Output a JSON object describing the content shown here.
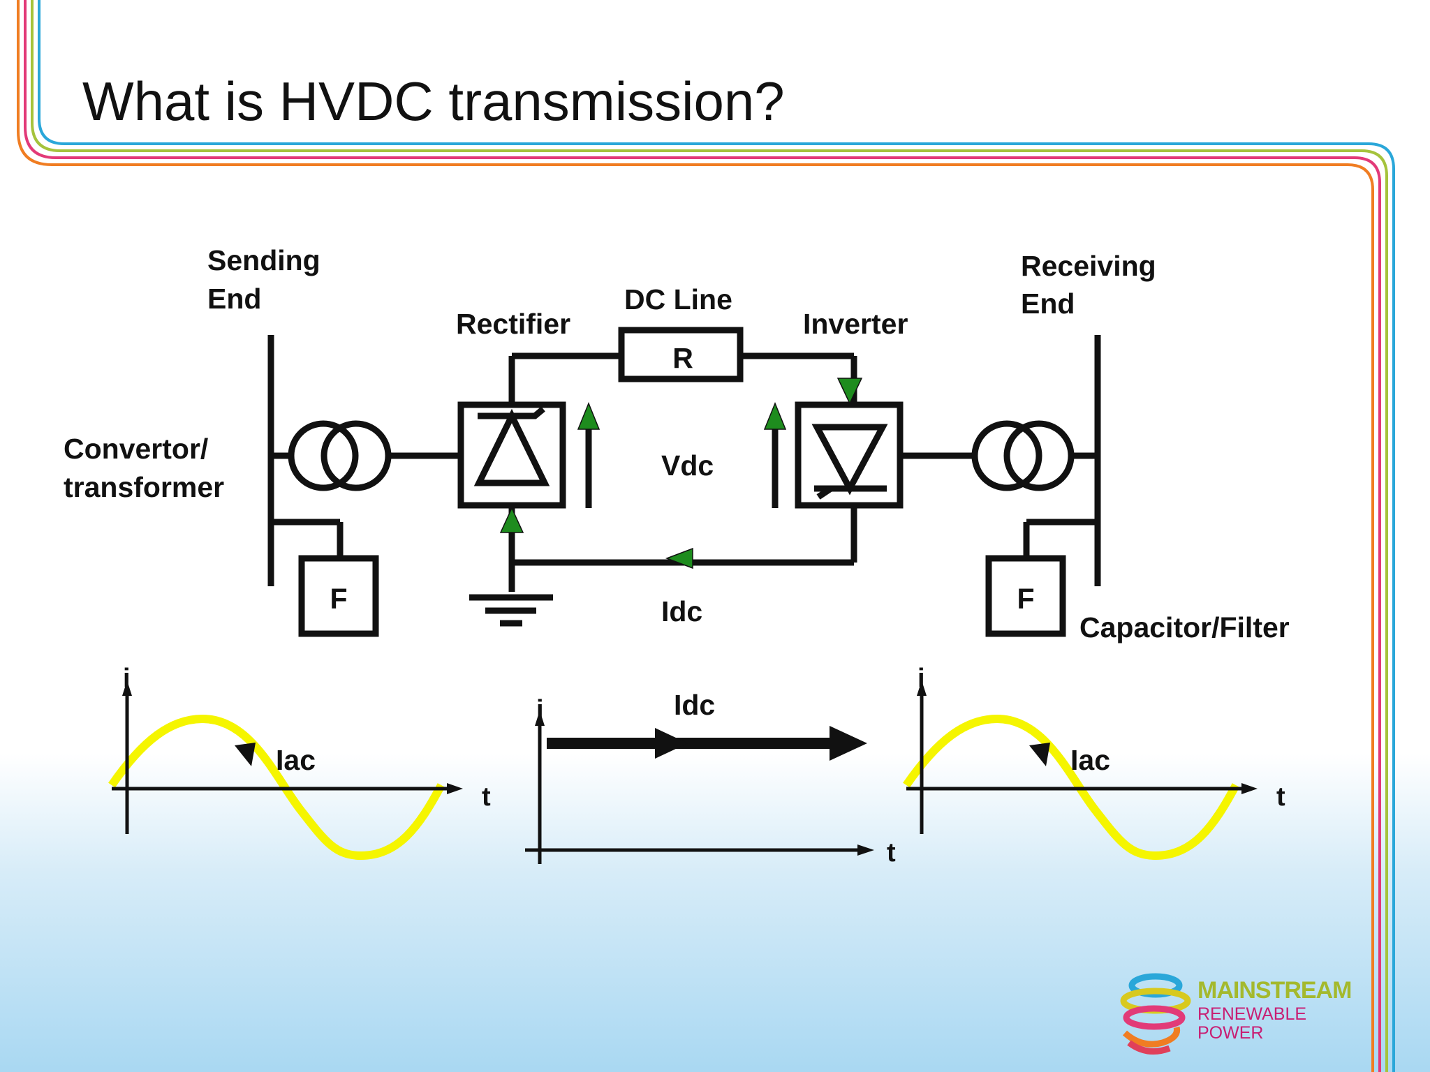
{
  "slide": {
    "title": "What is HVDC transmission?"
  },
  "diagram": {
    "sending_end": [
      "Sending",
      "End"
    ],
    "receiving_end": [
      "Receiving",
      "End"
    ],
    "convertor_transformer": [
      "Convertor/",
      "transformer"
    ],
    "rectifier": "Rectifier",
    "inverter": "Inverter",
    "dc_line": "DC Line",
    "resistor": "R",
    "vdc": "Vdc",
    "idc": "Idc",
    "filter_left": "F",
    "filter_right": "F",
    "capacitor_filter": "Capacitor/Filter",
    "arrow_color": "#1e8c1e",
    "line_color": "#111111"
  },
  "waveforms": {
    "left": {
      "y_axis": "i",
      "x_axis": "t",
      "label": "Iac"
    },
    "middle": {
      "y_axis": "i",
      "x_axis": "t",
      "label": "Idc"
    },
    "right": {
      "y_axis": "i",
      "x_axis": "t",
      "label": "Iac"
    },
    "sine_color": "#f5f500"
  },
  "logo": {
    "line1": "MAINSTREAM",
    "line2": "RENEWABLE",
    "line3": "POWER",
    "color1": "#a4b92d",
    "color2": "#c81e73"
  },
  "border_colors": [
    "#2aa7d9",
    "#a5c33c",
    "#e23a78",
    "#f07d22"
  ]
}
